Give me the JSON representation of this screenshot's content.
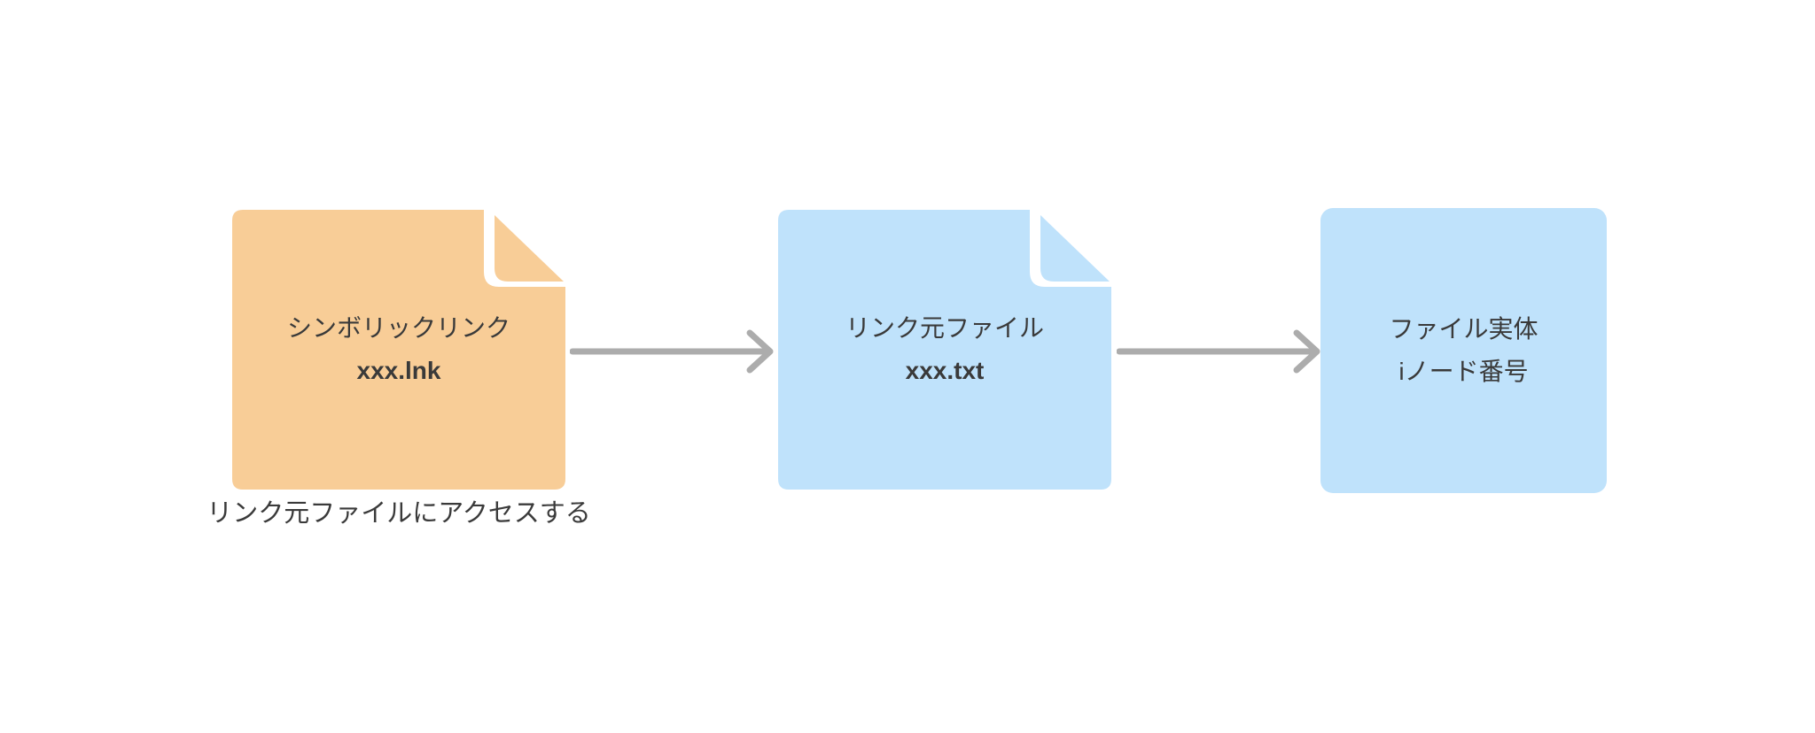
{
  "diagram": {
    "title": "symbolic-link-resolution-diagram",
    "background": "#ffffff",
    "colors": {
      "symlink_fill": "#f8cd97",
      "file_fill": "#bfe2fb",
      "arrow": "#acacac",
      "text": "#3a3a3a"
    },
    "nodes": [
      {
        "id": "symlink",
        "shape": "file",
        "label": "シンボリックリンク",
        "sublabel": "xxx.lnk",
        "caption": "リンク元ファイルにアクセスする"
      },
      {
        "id": "source-file",
        "shape": "file",
        "label": "リンク元ファイル",
        "sublabel": "xxx.txt"
      },
      {
        "id": "inode",
        "shape": "rect",
        "label": "ファイル実体",
        "sublabel": "iノード番号"
      }
    ],
    "edges": [
      {
        "from": "symlink",
        "to": "source-file"
      },
      {
        "from": "source-file",
        "to": "inode"
      }
    ]
  }
}
